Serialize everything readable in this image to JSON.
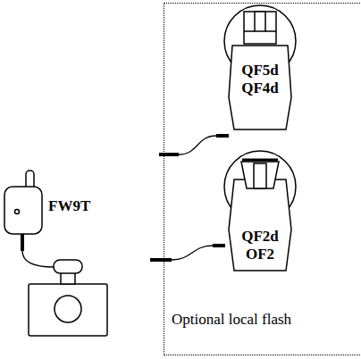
{
  "diagram": {
    "nodes": [
      {
        "text": [
          "FW9T"
        ]
      },
      {
        "text": [
          "Optional local flash"
        ]
      },
      {
        "text": [
          "QF5d QF4d"
        ],
        "in": 1
      },
      {
        "text": [
          "QF2d OF2"
        ],
        "in": 1
      }
    ]
  }
}
